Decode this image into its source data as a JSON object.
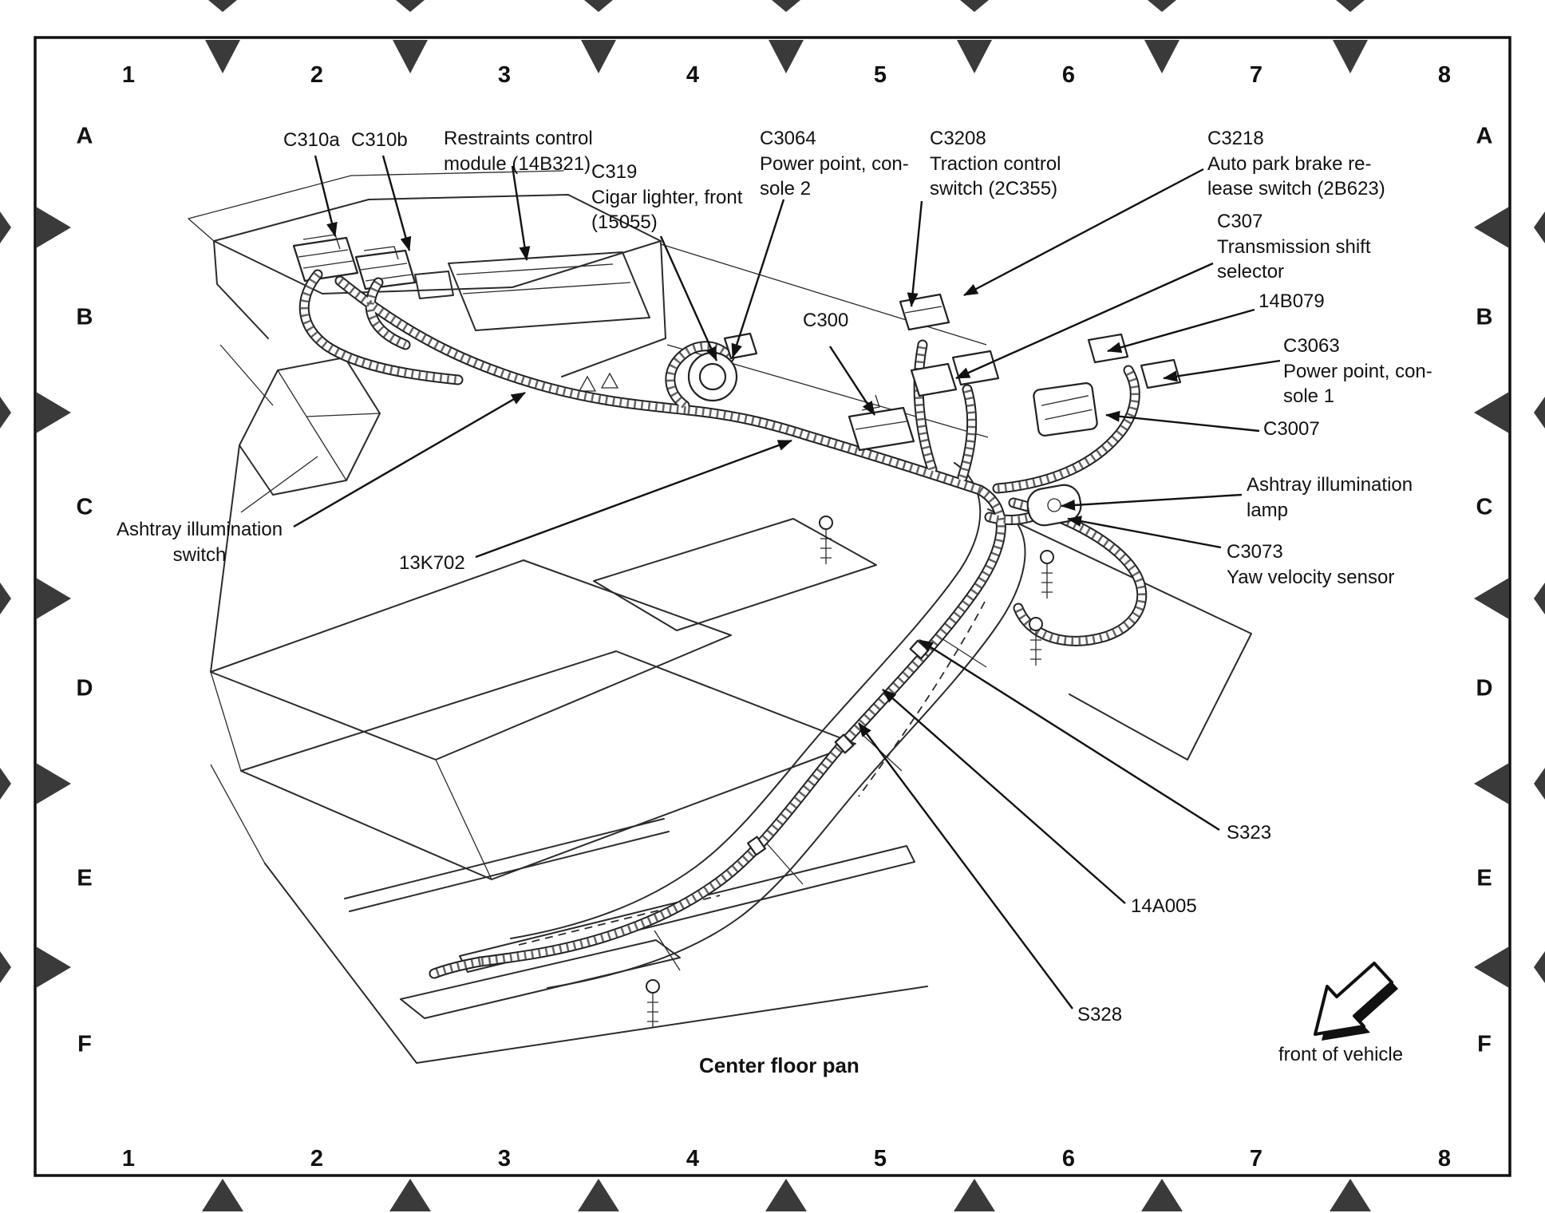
{
  "grid": {
    "columns": [
      "1",
      "2",
      "3",
      "4",
      "5",
      "6",
      "7",
      "8"
    ],
    "rows": [
      "A",
      "B",
      "C",
      "D",
      "E",
      "F"
    ]
  },
  "labels": {
    "c310a": {
      "text": "C310a"
    },
    "c310b": {
      "text": "C310b"
    },
    "rcm": {
      "text": "Restraints control\nmodule (14B321)"
    },
    "c319": {
      "text": "C319\nCigar lighter, front\n(15055)"
    },
    "c3064": {
      "text": "C3064\nPower point, con-\nsole 2"
    },
    "c3208": {
      "text": "C3208\nTraction control\nswitch (2C355)"
    },
    "c3218": {
      "text": "C3218\nAuto park brake re-\nlease switch (2B623)"
    },
    "c307": {
      "text": "C307\nTransmission shift\nselector"
    },
    "x14b079": {
      "text": "14B079"
    },
    "c3063": {
      "text": "C3063\nPower point, con-\nsole 1"
    },
    "c3007": {
      "text": "C3007"
    },
    "c300": {
      "text": "C300"
    },
    "ashtray_lamp": {
      "text": "Ashtray illumination\nlamp"
    },
    "c3073": {
      "text": "C3073\nYaw velocity sensor"
    },
    "ashtray_switch": {
      "text": "Ashtray illumination\nswitch"
    },
    "x13k702": {
      "text": "13K702"
    },
    "s323": {
      "text": "S323"
    },
    "x14a005": {
      "text": "14A005"
    },
    "s328": {
      "text": "S328"
    },
    "caption": {
      "text": "Center floor pan"
    },
    "front_of_vehicle": {
      "text": "front of vehicle"
    }
  }
}
